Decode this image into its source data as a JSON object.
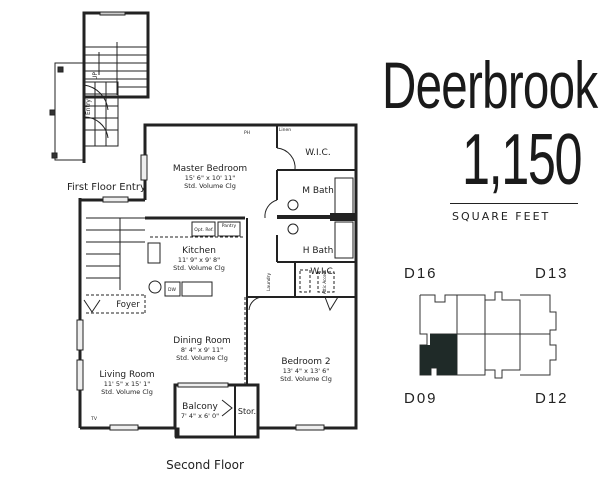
{
  "plan_name": "Deerbrook",
  "square_feet": "1,150",
  "square_feet_label": "SQUARE FEET",
  "floor_label": "Second Floor",
  "first_floor_entry": "First Floor Entry",
  "entry": "Entry",
  "up": "UP",
  "rooms": {
    "master_bedroom": {
      "name": "Master Bedroom",
      "size": "15' 6\" x 10' 11\"",
      "ceiling": "Std. Volume Clg"
    },
    "kitchen": {
      "name": "Kitchen",
      "size": "11' 9\" x 9' 8\"",
      "ceiling": "Std. Volume Clg"
    },
    "dining_room": {
      "name": "Dining Room",
      "size": "8' 4\" x 9' 11\"",
      "ceiling": "Std. Volume Clg"
    },
    "living_room": {
      "name": "Living Room",
      "size": "11' 5\" x 15' 1\"",
      "ceiling": "Std. Volume Clg"
    },
    "bedroom_2": {
      "name": "Bedroom 2",
      "size": "13' 4\" x 13' 6\"",
      "ceiling": "Std. Volume Clg"
    },
    "balcony": {
      "name": "Balcony",
      "size": "7' 4\" x 6' 0\""
    },
    "storage": "Stor.",
    "foyer": "Foyer",
    "wic_master": "W.I.C.",
    "wic_2": "W.I.C.",
    "m_bath": "M Bath",
    "h_bath": "H Bath",
    "linen": "Linen",
    "pantry": "Pantry",
    "opt_ref": "Opt. Ref.",
    "laundry": "Laundry",
    "attic_access": "Attic Access",
    "dw": "DW",
    "ph": "PH",
    "tv": "TV"
  },
  "key_plan": {
    "units": [
      "D16",
      "D13",
      "D09",
      "D12"
    ],
    "highlighted": "D09",
    "highlight_color": "#1f2a28"
  }
}
